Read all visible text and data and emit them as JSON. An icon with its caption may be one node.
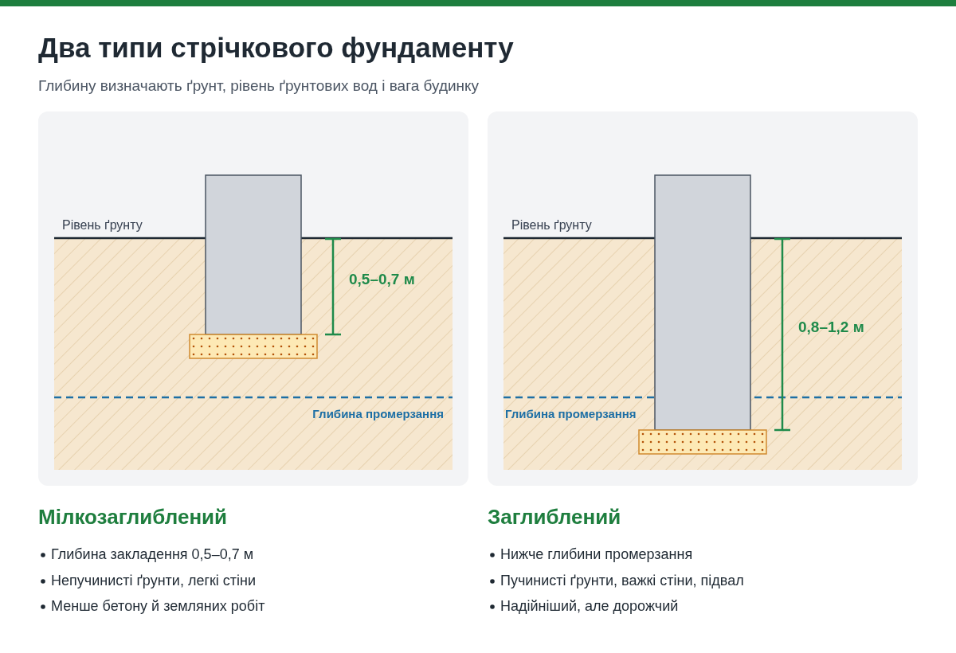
{
  "diagram": {
    "title": "Два типи стрічкового фундаменту",
    "labels": [
      "Глибину визначають ґрунт, рівень ґрунтових вод і вага будинку",
      "Рівень ґрунту",
      "0,5–0,7 м",
      "Глибина промерзання",
      "Рівень ґрунту",
      "0,8–1,2 м",
      "Глибина промерзання",
      "Мілкозаглиблений",
      "Глибина закладення 0,5–0,7 м",
      "Непучинисті ґрунти, легкі стіни",
      "Менше бетону й земляних робіт",
      "Заглиблений",
      "Нижче глибини промерзання",
      "Пучинисті ґрунти, важкі стіни, підвал",
      "Надійніший, але дорожчий"
    ]
  }
}
